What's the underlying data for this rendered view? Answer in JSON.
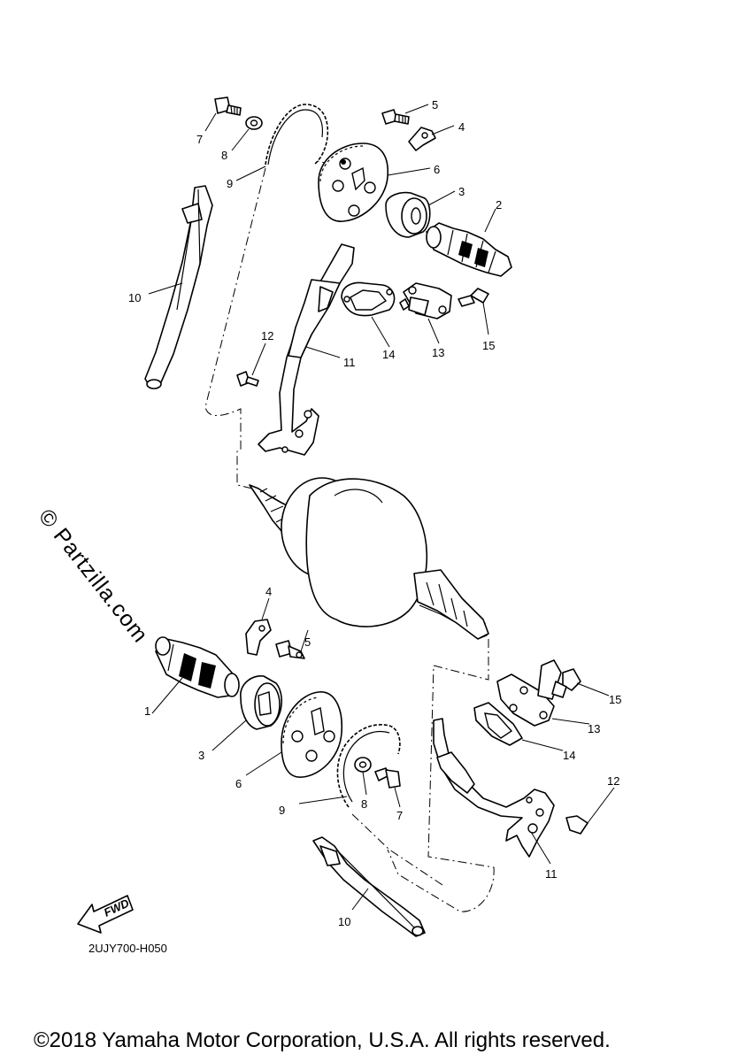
{
  "watermark": "© Partzilla.com",
  "diagram_code": "2UJY700-H050",
  "copyright": "©2018 Yamaha Motor Corporation, U.S.A. All rights reserved.",
  "fwd_label": "FWD",
  "callouts": {
    "upper": [
      "7",
      "8",
      "9",
      "5",
      "4",
      "6",
      "3",
      "2",
      "10",
      "12",
      "11",
      "14",
      "13",
      "15"
    ],
    "lower": [
      "4",
      "5",
      "1",
      "3",
      "6",
      "9",
      "8",
      "7",
      "10",
      "15",
      "13",
      "14",
      "12",
      "11"
    ]
  }
}
